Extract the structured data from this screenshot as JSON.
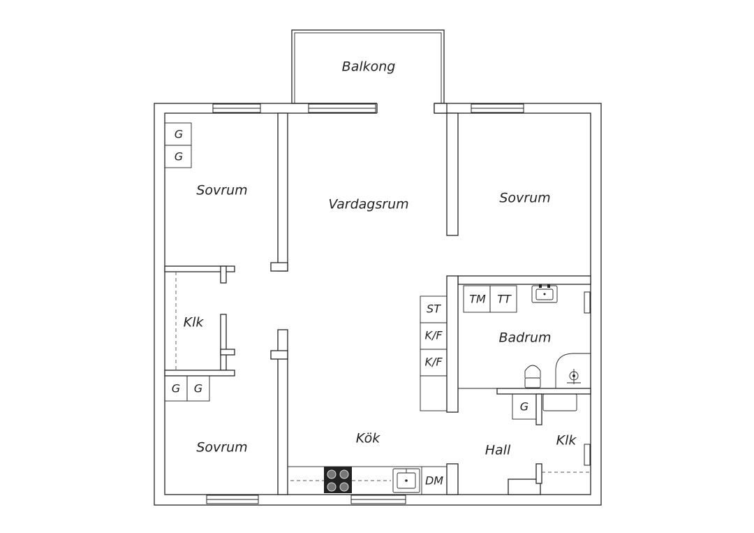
{
  "rooms": {
    "balcony": "Balkong",
    "bedroom_nw": "Sovrum",
    "living_room": "Vardagsrum",
    "bedroom_ne": "Sovrum",
    "closet_w": "Klk",
    "bathroom": "Badrum",
    "bedroom_sw": "Sovrum",
    "kitchen": "Kök",
    "hall": "Hall",
    "closet_e": "Klk"
  },
  "fixtures": {
    "wardrobe_nw_1": "G",
    "wardrobe_nw_2": "G",
    "wardrobe_sw_1": "G",
    "wardrobe_sw_2": "G",
    "wardrobe_hall": "G",
    "washer": "TM",
    "dryer": "TT",
    "cabinet_st": "ST",
    "fridge_1": "K/F",
    "fridge_2": "K/F",
    "dishwasher": "DM"
  }
}
